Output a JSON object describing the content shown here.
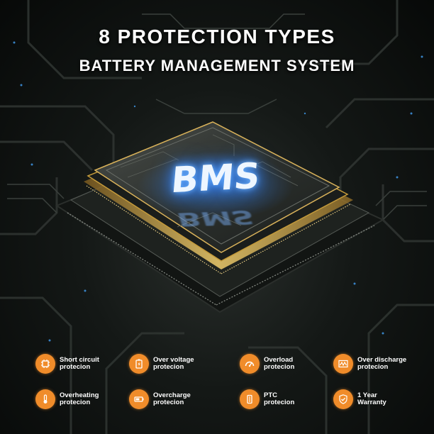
{
  "heading": {
    "line1": "8 PROTECTION TYPES",
    "line2": "BATTERY MANAGEMENT SYSTEM"
  },
  "chip": {
    "label": "BMS",
    "reflection": "BMS"
  },
  "colors": {
    "accent": "#f08c2a",
    "glow": "#3d8cff",
    "gold": "#d9b25a"
  },
  "features": [
    {
      "line1": "Short circuit",
      "line2": "protecion",
      "icon": "chip-icon"
    },
    {
      "line1": "Over voltage",
      "line2": "protecion",
      "icon": "battery-bolt-icon"
    },
    {
      "line1": "Overload",
      "line2": "protecion",
      "icon": "gauge-icon"
    },
    {
      "line1": "Over discharge",
      "line2": "protecion",
      "icon": "waveform-icon"
    },
    {
      "line1": "Overheating",
      "line2": "protecion",
      "icon": "thermometer-icon"
    },
    {
      "line1": "Overcharge",
      "line2": "protecion",
      "icon": "battery-icon"
    },
    {
      "line1": "PTC",
      "line2": "protecion",
      "icon": "fuse-icon"
    },
    {
      "line1": "1 Year",
      "line2": "Warranty",
      "icon": "check-badge-icon"
    }
  ]
}
